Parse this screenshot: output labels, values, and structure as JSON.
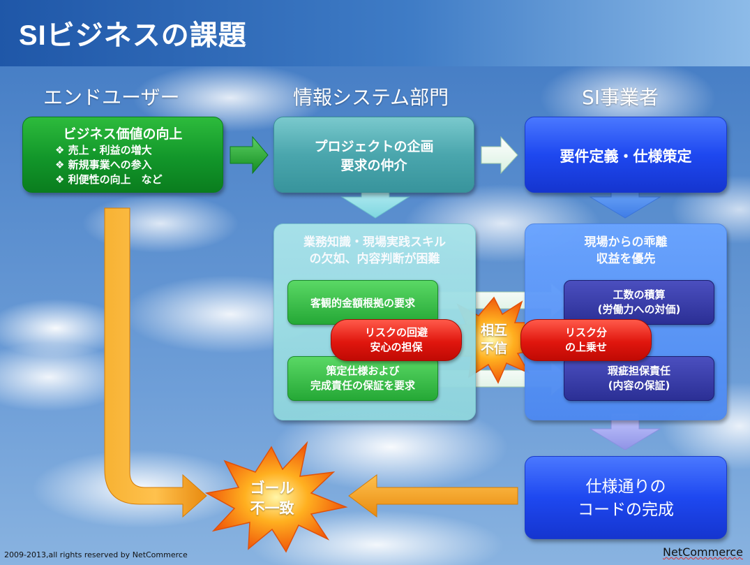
{
  "title": "SIビジネスの課題",
  "columns": {
    "end_user": "エンドユーザー",
    "it_dept": "情報システム部門",
    "si_vendor": "SI事業者"
  },
  "end_user_box": {
    "heading": "ビジネス価値の向上",
    "bullets": [
      "❖ 売上・利益の増大",
      "❖ 新規事業への参入",
      "❖ 利便性の向上　など"
    ]
  },
  "it_box": {
    "line1": "プロジェクトの企画",
    "line2": "要求の仲介"
  },
  "si_box": {
    "label": "要件定義・仕様策定"
  },
  "it_panel": {
    "line1": "業務知識・現場実践スキル",
    "line2": "の欠如、内容判断が困難",
    "req1": "客観的金額根拠の要求",
    "req2_line1": "策定仕様および",
    "req2_line2": "完成責任の保証を要求"
  },
  "si_panel": {
    "line1": "現場からの乖離",
    "line2": "収益を優先",
    "item1_line1": "工数の積算",
    "item1_line2": "(労働力への対価)",
    "item2_line1": "瑕疵担保責任",
    "item2_line2": "(内容の保証)"
  },
  "risk_left": {
    "line1": "リスクの回避",
    "line2": "安心の担保"
  },
  "risk_right": {
    "line1": "リスク分",
    "line2": "の上乗せ"
  },
  "mutual": {
    "line1": "相互",
    "line2": "不信"
  },
  "goal": {
    "line1": "ゴール",
    "line2": "不一致"
  },
  "result_box": {
    "line1": "仕様通りの",
    "line2": "コードの完成"
  },
  "footer": {
    "copyright": "2009-2013,all rights reserved by NetCommerce",
    "brand": "NetCommerce"
  },
  "colors": {
    "green": "#16a12a",
    "teal": "#4aa6ad",
    "blue": "#1e48f0",
    "orange": "#f39a1c",
    "red": "#e0160e",
    "navy": "#2b2f95"
  }
}
